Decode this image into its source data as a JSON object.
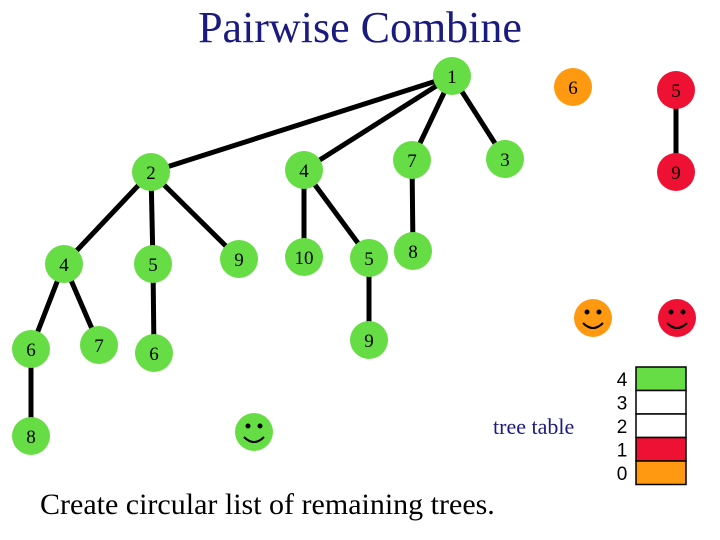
{
  "title": "Pairwise Combine",
  "caption": "Create circular list of remaining trees.",
  "tree_table": {
    "label": "tree table",
    "rows": [
      {
        "index": "4",
        "color": "#66dd44"
      },
      {
        "index": "3",
        "color": "#ffffff"
      },
      {
        "index": "2",
        "color": "#ffffff"
      },
      {
        "index": "1",
        "color": "#ee1133"
      },
      {
        "index": "0",
        "color": "#ff9911"
      }
    ]
  },
  "colors": {
    "green": "#66dd44",
    "red": "#ee1133",
    "orange": "#ff9911",
    "edge": "#000000"
  },
  "nodes": [
    {
      "id": "n1",
      "label": "1",
      "color": "green"
    },
    {
      "id": "n2",
      "label": "2",
      "color": "green"
    },
    {
      "id": "n4a",
      "label": "4",
      "color": "green"
    },
    {
      "id": "n6a",
      "label": "6",
      "color": "green"
    },
    {
      "id": "n8",
      "label": "8",
      "color": "green"
    },
    {
      "id": "n7a",
      "label": "7",
      "color": "green"
    },
    {
      "id": "n5a",
      "label": "5",
      "color": "green"
    },
    {
      "id": "n6b",
      "label": "6",
      "color": "green"
    },
    {
      "id": "n4b",
      "label": "4",
      "color": "green"
    },
    {
      "id": "n9a",
      "label": "9",
      "color": "green"
    },
    {
      "id": "n10",
      "label": "10",
      "color": "green"
    },
    {
      "id": "n7b",
      "label": "7",
      "color": "green"
    },
    {
      "id": "n5b",
      "label": "5",
      "color": "green"
    },
    {
      "id": "n9b",
      "label": "9",
      "color": "green"
    },
    {
      "id": "n8b",
      "label": "8",
      "color": "green"
    },
    {
      "id": "n3",
      "label": "3",
      "color": "green"
    },
    {
      "id": "n6c",
      "label": "6",
      "color": "orange"
    },
    {
      "id": "n5c",
      "label": "5",
      "color": "red"
    },
    {
      "id": "n9c",
      "label": "9",
      "color": "red"
    }
  ],
  "edges": [
    [
      "n1",
      "n2"
    ],
    [
      "n1",
      "n4b"
    ],
    [
      "n1",
      "n7b"
    ],
    [
      "n1",
      "n3"
    ],
    [
      "n2",
      "n4a"
    ],
    [
      "n2",
      "n5a"
    ],
    [
      "n2",
      "n9a"
    ],
    [
      "n4a",
      "n6a"
    ],
    [
      "n4a",
      "n7a"
    ],
    [
      "n5a",
      "n6b"
    ],
    [
      "n6a",
      "n8"
    ],
    [
      "n4b",
      "n10"
    ],
    [
      "n4b",
      "n5b"
    ],
    [
      "n5b",
      "n9b"
    ],
    [
      "n7b",
      "n8b"
    ],
    [
      "n5c",
      "n9c"
    ]
  ],
  "smileys": [
    {
      "id": "smiley-green",
      "color": "green"
    },
    {
      "id": "smiley-orange",
      "color": "orange"
    },
    {
      "id": "smiley-red",
      "color": "red"
    }
  ]
}
